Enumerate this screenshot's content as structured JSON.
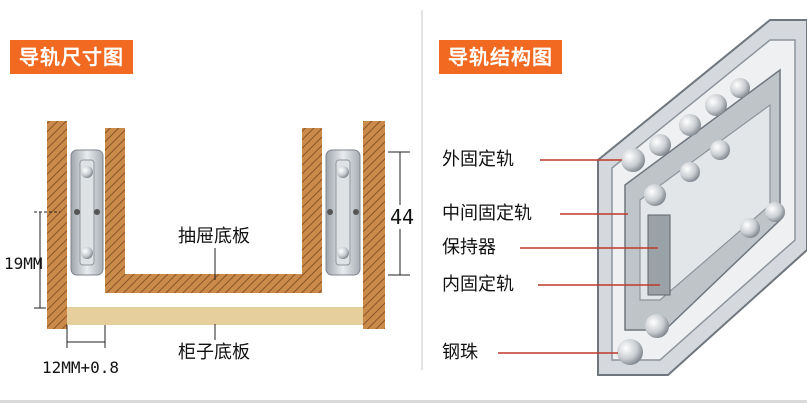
{
  "headers": {
    "left": "导轨尺寸图",
    "right": "导轨结构图"
  },
  "dimension_diagram": {
    "drawer_bottom_label": "抽屉底板",
    "cabinet_bottom_label": "柜子底板",
    "height_label": "19MM",
    "gap_label": "12MM+0.8",
    "side_label": "44"
  },
  "structure_diagram": {
    "labels": [
      "外固定轨",
      "中间固定轨",
      "保持器",
      "内固定轨",
      "钢珠"
    ]
  },
  "colors": {
    "header_bg": "#f26a21",
    "wood": "#c98a4a",
    "wood_hatch": "#7a4a1e",
    "cabinet_board": "#e6cf9c",
    "rail_metal": "#c8ccd0",
    "leader_line": "#c0392b"
  }
}
